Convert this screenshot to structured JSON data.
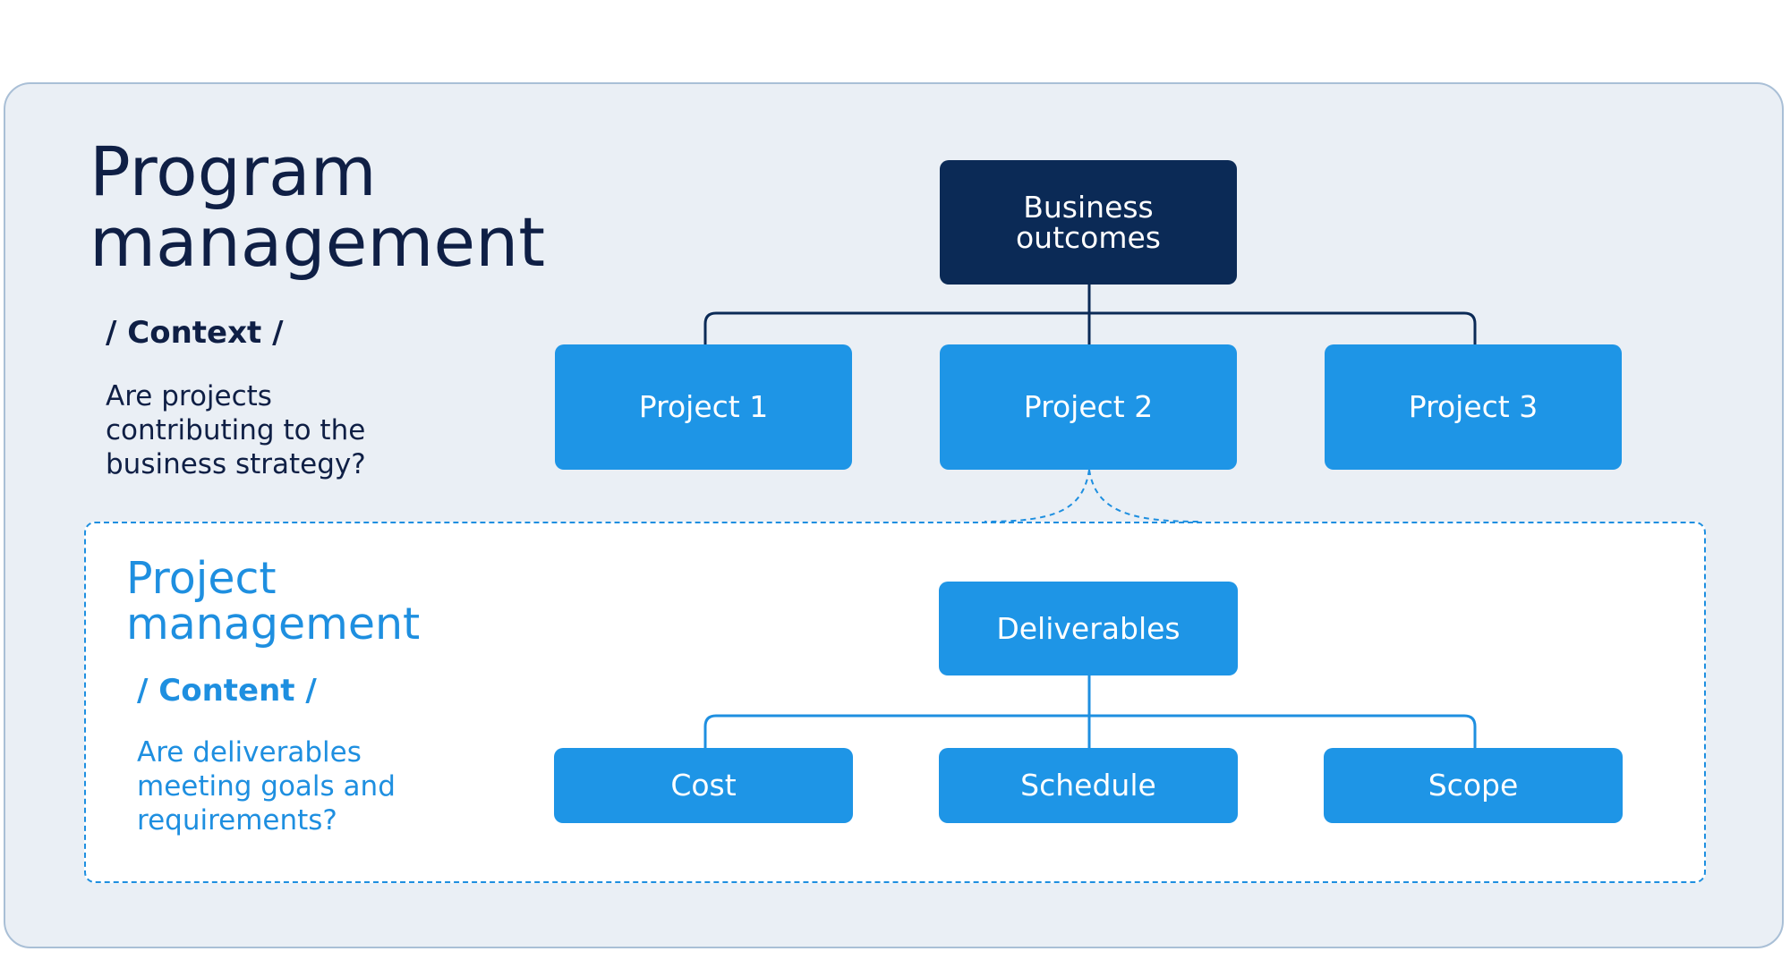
{
  "program": {
    "title": "Program\nmanagement",
    "tag": "/ Context /",
    "question": "Are projects\ncontributing to the\nbusiness strategy?"
  },
  "project": {
    "title": "Project\nmanagement",
    "tag": "/ Content /",
    "question": "Are deliverables\nmeeting goals and\nrequirements?"
  },
  "nodes": {
    "business_outcomes": "Business\noutcomes",
    "project_1": "Project 1",
    "project_2": "Project 2",
    "project_3": "Project 3",
    "deliverables": "Deliverables",
    "cost": "Cost",
    "schedule": "Schedule",
    "scope": "Scope"
  },
  "colors": {
    "navy": "#0b2a56",
    "blue": "#1e95e6",
    "panel_background": "#eaeff5",
    "dashed_border": "#1e8fe0"
  }
}
